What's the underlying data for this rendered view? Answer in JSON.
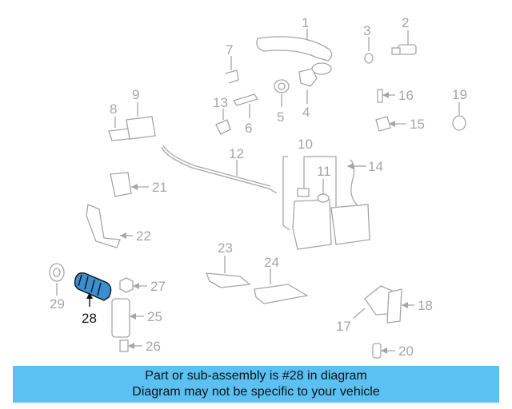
{
  "diagram": {
    "highlight_color": "#3a8fd0",
    "line_color": "#a6a6a6",
    "callouts": [
      "1",
      "2",
      "3",
      "4",
      "5",
      "6",
      "7",
      "8",
      "9",
      "10",
      "11",
      "12",
      "13",
      "14",
      "15",
      "16",
      "17",
      "18",
      "19",
      "20",
      "21",
      "22",
      "23",
      "24",
      "25",
      "26",
      "27",
      "28",
      "29"
    ],
    "selected_part": "28"
  },
  "banner": {
    "line1": "Part or sub-assembly is #28 in diagram",
    "line2": "Diagram may not be specific to your vehicle",
    "background": "#5bc0f2"
  }
}
